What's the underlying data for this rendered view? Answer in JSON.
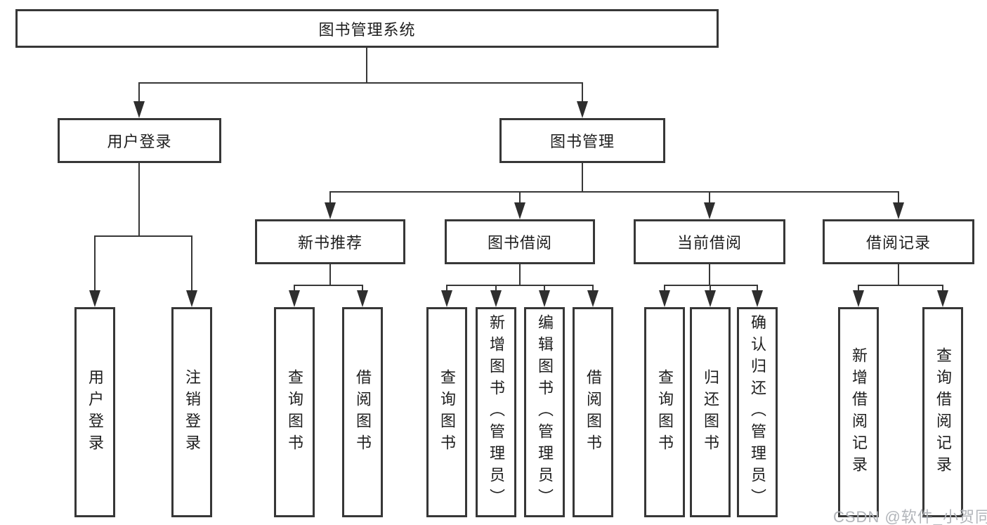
{
  "colors": {
    "background": "#ffffff",
    "box_border": "#373737",
    "connector_line": "#373737",
    "arrow": "#2e2e2e",
    "text": "#1e1e1e",
    "watermark": "#b2b5ba"
  },
  "root": {
    "label": "图书管理系统"
  },
  "branches": {
    "user": {
      "label": "用户登录",
      "children": [
        "用户登录",
        "注销登录"
      ]
    },
    "management": {
      "label": "图书管理"
    }
  },
  "management_sections": [
    {
      "label": "新书推荐",
      "children": [
        "查询图书",
        "借阅图书"
      ]
    },
    {
      "label": "图书借阅",
      "children": [
        "查询图书",
        "新增图书（管理员）",
        "编辑图书（管理员）",
        "借阅图书"
      ]
    },
    {
      "label": "当前借阅",
      "children": [
        "查询图书",
        "归还图书",
        "确认归还（管理员）"
      ]
    },
    {
      "label": "借阅记录",
      "children": [
        "新增借阅记录",
        "查询借阅记录"
      ]
    }
  ],
  "watermark": {
    "text": "CSDN @软件_小贺同学"
  }
}
